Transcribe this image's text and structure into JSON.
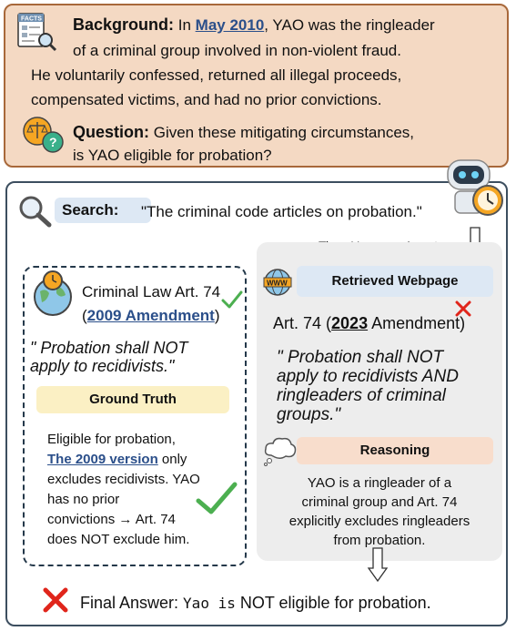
{
  "background": {
    "label": "Background:",
    "pre_date": "In ",
    "date": "May 2010",
    "l1_rest": ", YAO was the ringleader",
    "l2": "of a criminal group involved in non-violent fraud.",
    "l3": "He voluntarily confessed, returned all illegal proceeds,",
    "l4": "compensated victims, and had no prior convictions."
  },
  "question": {
    "label": "Question:",
    "l1_rest": " Given these mitigating circumstances,",
    "l2": "is YAO eligible for probation?"
  },
  "search": {
    "label": "Search:",
    "query": "\"The criminal code articles on probation.\""
  },
  "agent": {
    "label": "Time-Unaware Agent"
  },
  "ground_truth_panel": {
    "law_line1": "Criminal Law Art. 74",
    "law_open": "(",
    "law_amend": "2009 Amendment",
    "law_close": ")",
    "quote_l1": "\" Probation shall NOT",
    "quote_l2": "apply to recidivists.\"",
    "chip": "Ground Truth",
    "t1": "Eligible for probation,",
    "t2_link": "The 2009 version",
    "t2_rest": " only",
    "t3": "excludes recidivists. YAO",
    "t4": "has no prior",
    "t5": "convictions → Art. 74",
    "t6": "does NOT exclude him."
  },
  "agent_panel": {
    "retrieved_chip": "Retrieved Webpage",
    "art_pre": "Art. 74 (",
    "art_year": "2023",
    "art_post": " Amendment)",
    "quote_l1": "\" Probation shall NOT",
    "quote_l2": "apply to recidivists AND",
    "quote_l3": "ringleaders of criminal",
    "quote_l4": "groups.\"",
    "reasoning_chip": "Reasoning",
    "r1": "YAO is a ringleader of a",
    "r2": "criminal group and Art. 74",
    "r3": "explicitly excludes ringleaders",
    "r4": "from probation."
  },
  "final": {
    "label": "Final Answer: ",
    "mono_yao": "Yao is",
    "rest": " NOT eligible for probation."
  },
  "colors": {
    "accent_blue": "#2b4f8a",
    "check_green": "#4caf50",
    "cross_red": "#e0251b",
    "panel_peach": "#f4d9c3"
  },
  "icons": [
    "facts-document-icon",
    "scales-question-icon",
    "magnifier-icon",
    "robot-clock-icon",
    "globe-clock-icon",
    "www-globe-icon",
    "thought-cloud-icon",
    "down-arrow-icon",
    "check-icon",
    "cross-icon"
  ]
}
